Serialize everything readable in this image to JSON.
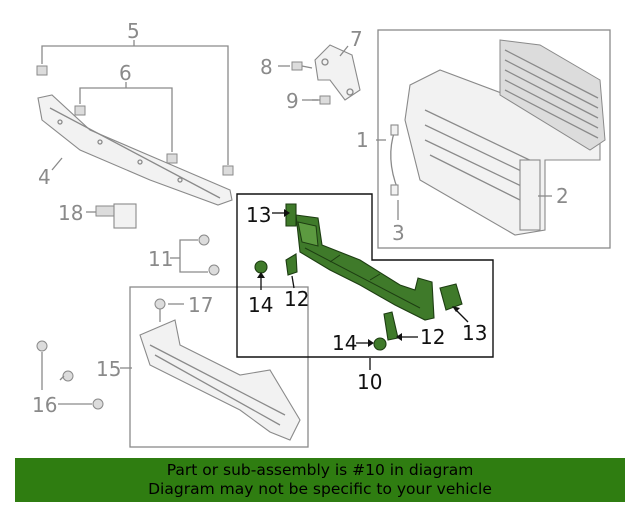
{
  "callouts": {
    "c1": "1",
    "c2": "2",
    "c3": "3",
    "c4": "4",
    "c5": "5",
    "c6": "6",
    "c7": "7",
    "c8": "8",
    "c9": "9",
    "c10": "10",
    "c11": "11",
    "c12a": "12",
    "c12b": "12",
    "c13a": "13",
    "c13b": "13",
    "c14a": "14",
    "c14b": "14",
    "c15": "15",
    "c16": "16",
    "c17": "17",
    "c18": "18"
  },
  "footer": {
    "line1": "Part or sub-assembly is #10 in diagram",
    "line2": "Diagram may not be specific to your vehicle"
  },
  "colors": {
    "highlight": "#3f7a2a",
    "footer_bg": "#2f7d11",
    "grey_lines": "#8a8a8a"
  }
}
